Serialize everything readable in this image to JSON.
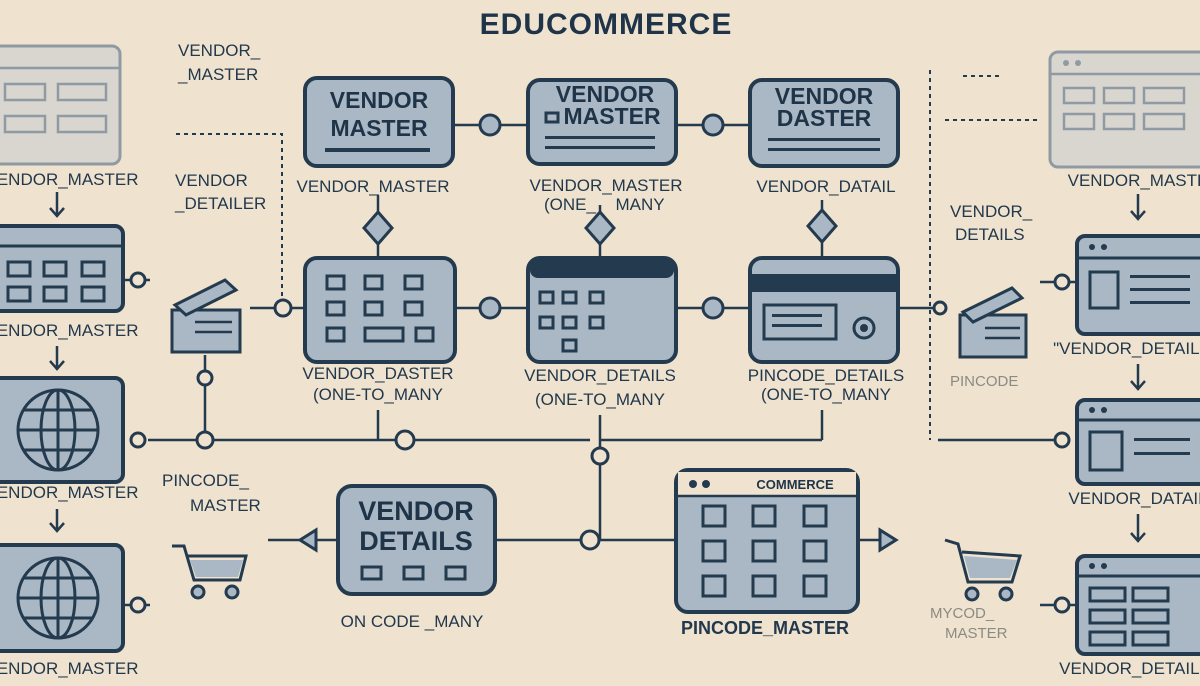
{
  "title": "EDUCOMMERCE",
  "left_column": {
    "top_label": "VENDOR_\n_MASTER",
    "items": [
      "VENDOR_MASTER",
      "VENDOR_MASTER",
      "VENDOR_MASTER",
      "VENDOR_MASTER"
    ],
    "side_label_1": "VENDOR_\n_DETAILER",
    "side_label_2": "PINCODE_\nMASTER"
  },
  "top_row": [
    {
      "box_text": "VENDOR\nMASTER",
      "caption": "VENDOR_MASTER"
    },
    {
      "box_text": "VENDOR\nMASTER",
      "caption": "VENDOR_MASTER\n(ONE_    MANY"
    },
    {
      "box_text": "VENDOR\nDASTER",
      "caption": "VENDOR_DATAIL"
    }
  ],
  "middle_row": [
    {
      "caption": "VENDOR_DASTER\n(ONE-TO_MANY"
    },
    {
      "caption": "VENDOR_DETAILS\n(ONE-TO_MANY"
    },
    {
      "caption": "PINCODE_DETAILS\n(ONE-TO_MANY"
    }
  ],
  "bottom": {
    "details_box": "VENDOR\nDETAILS",
    "details_caption": "ON CODE _MANY",
    "commerce_box": "COMMERCE",
    "commerce_caption": "PINCODE_MASTER"
  },
  "right_column": {
    "side_label_1": "VENDOR_\nDETAILS",
    "side_label_2": "PINCODE",
    "side_label_3": "MYCOD_\nMASTER",
    "items": [
      "VENDOR_MASTER",
      "VENDOR_DETAILS",
      "VENDOR_DATAILS",
      "VENDOR_DETAILS"
    ]
  }
}
